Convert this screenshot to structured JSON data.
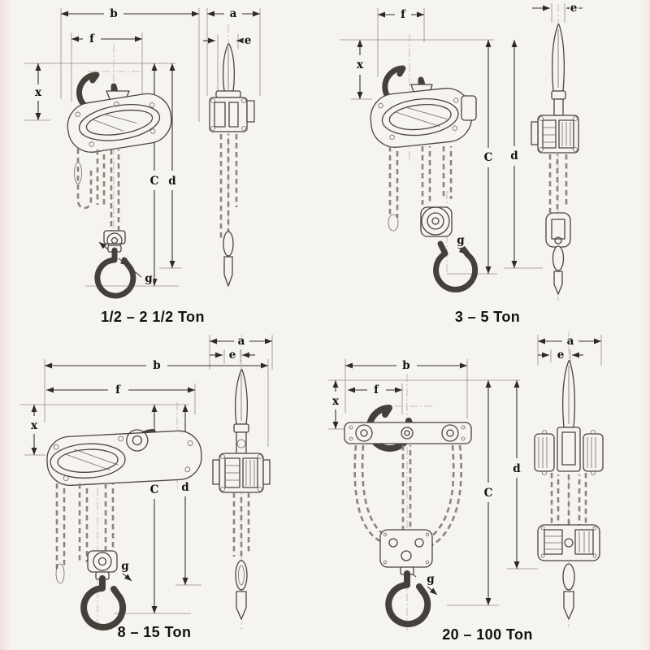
{
  "figure": {
    "background": "#f6f4f0",
    "line_color": "#4a443d",
    "dimension_color": "#35322d"
  },
  "quadrants": [
    {
      "caption": "1/2 – 2 1/2 Ton",
      "labels": {
        "b": "b",
        "f": "f",
        "x": "x",
        "c": "C",
        "d": "d",
        "g": "g",
        "a": "a",
        "e": "e"
      }
    },
    {
      "caption": "3 – 5 Ton",
      "labels": {
        "f": "f",
        "x": "x",
        "c": "C",
        "d": "d",
        "g": "g",
        "e": "e"
      }
    },
    {
      "caption": "8 – 15 Ton",
      "labels": {
        "b": "b",
        "f": "f",
        "x": "x",
        "c": "C",
        "d": "d",
        "g": "g",
        "a": "a",
        "e": "e"
      }
    },
    {
      "caption": "20 – 100 Ton",
      "labels": {
        "b": "b",
        "f": "f",
        "x": "x",
        "c": "C",
        "d": "d",
        "g": "g",
        "a": "a",
        "e": "e"
      }
    }
  ]
}
